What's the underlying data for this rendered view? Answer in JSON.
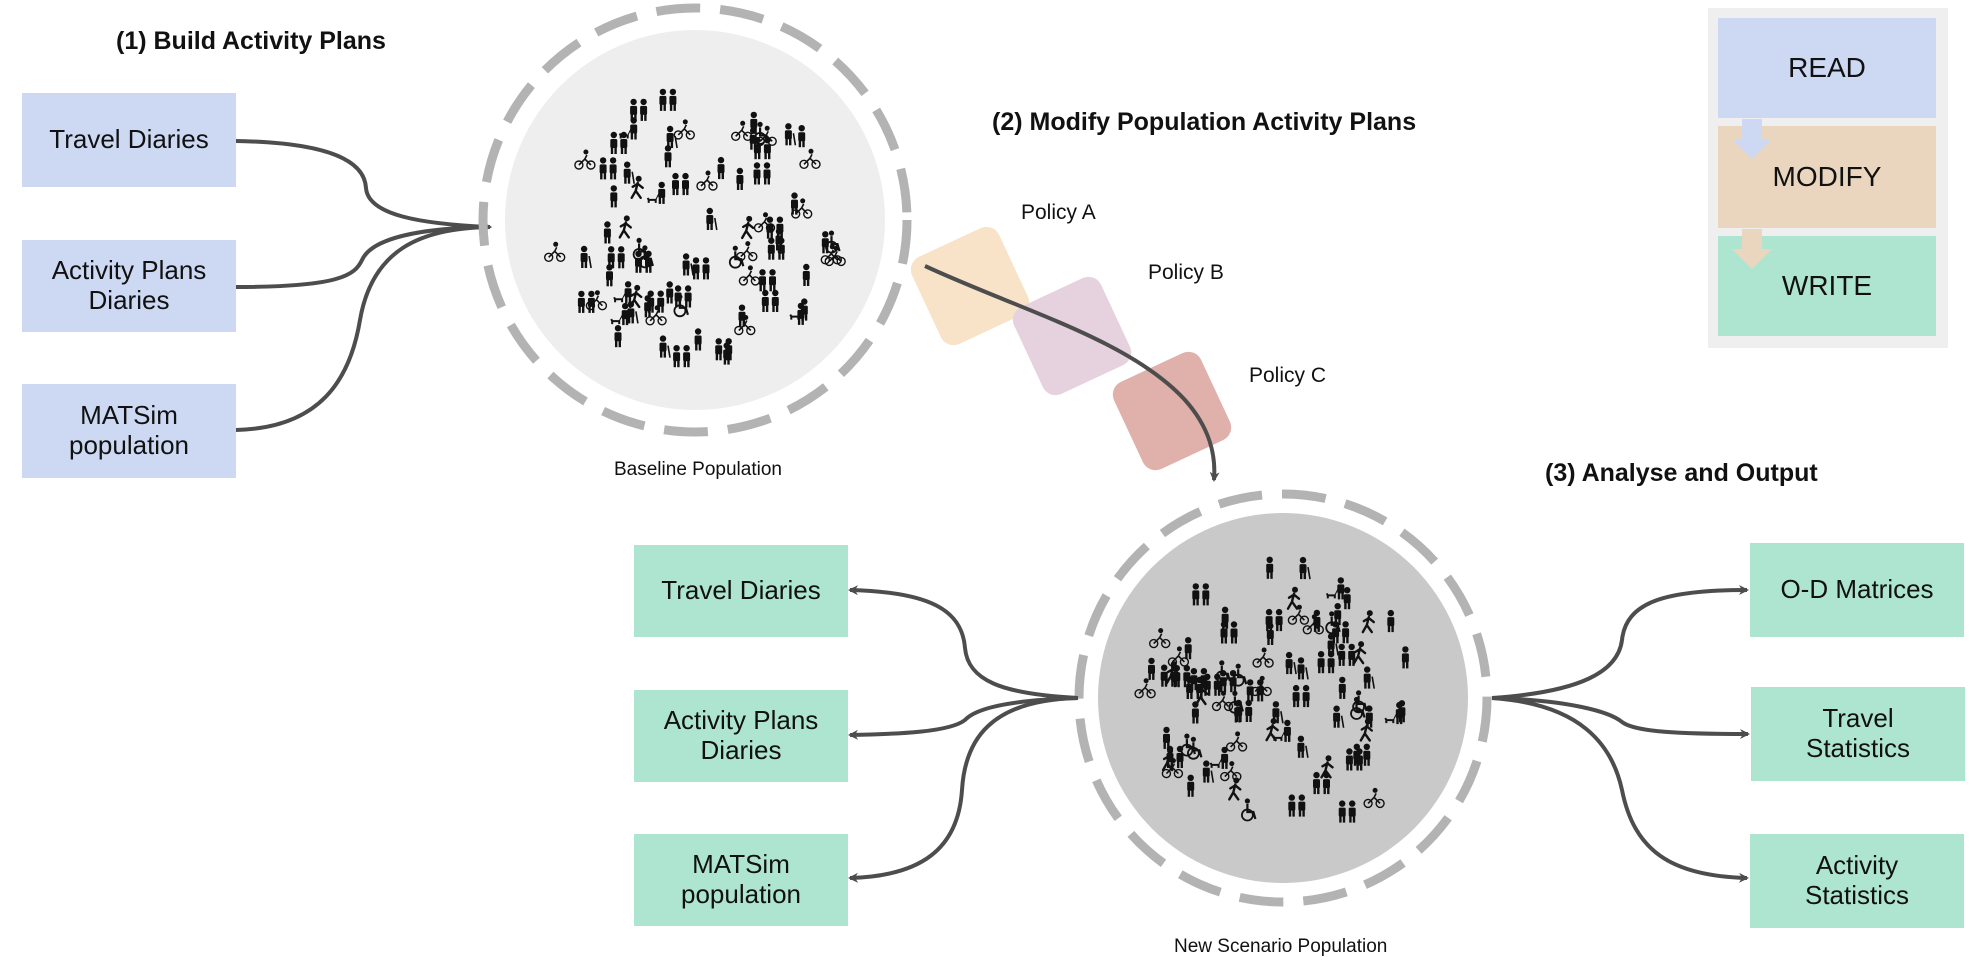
{
  "headings": {
    "build": "(1) Build Activity Plans",
    "modify": "(2) Modify Population Activity Plans",
    "analyse": "(3) Analyse and Output"
  },
  "inputs": [
    {
      "label": "Travel Diaries"
    },
    {
      "label": "Activity Plans\nDiaries"
    },
    {
      "label": "MATSim\npopulation"
    }
  ],
  "outputs_left": [
    {
      "label": "Travel Diaries"
    },
    {
      "label": "Activity Plans\nDiaries"
    },
    {
      "label": "MATSim\npopulation"
    }
  ],
  "outputs_right": [
    {
      "label": "O-D Matrices"
    },
    {
      "label": "Travel\nStatistics"
    },
    {
      "label": "Activity\nStatistics"
    }
  ],
  "populations": {
    "baseline": "Baseline Population",
    "scenario": "New Scenario Population"
  },
  "policies": [
    {
      "label": "Policy A",
      "color": "#f8e3c9"
    },
    {
      "label": "Policy B",
      "color": "#e6d2de"
    },
    {
      "label": "Policy C",
      "color": "#dfb1aa"
    }
  ],
  "legend": {
    "steps": [
      {
        "label": "READ",
        "color": "#cdd8f3"
      },
      {
        "label": "MODIFY",
        "color": "#ead6be"
      },
      {
        "label": "WRITE",
        "color": "#ade5d1"
      }
    ]
  },
  "colors": {
    "read_box": "#cdd8f3",
    "write_box": "#ade5d1",
    "baseline_fill": "#eeeeee",
    "scenario_fill": "#c9c9c9",
    "dashed_ring": "#b3b3b3",
    "arrow": "#4d4d4d"
  },
  "icons": [
    "person-icon",
    "couple-icon",
    "walker-icon",
    "cyclist-icon",
    "wheelchair-icon",
    "dog-walker-icon",
    "elderly-icon"
  ]
}
